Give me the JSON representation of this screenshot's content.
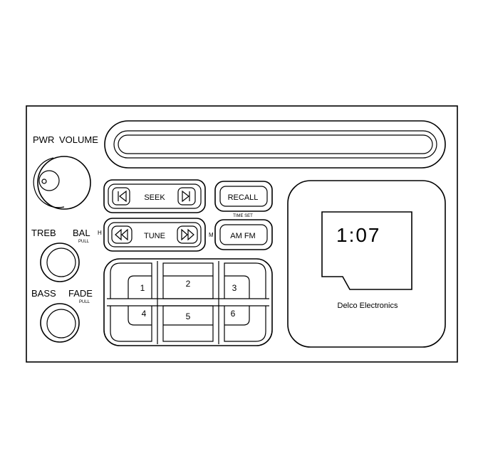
{
  "labels": {
    "pwr": "PWR",
    "volume": "VOLUME",
    "treb": "TREB",
    "bal": "BAL",
    "bal_pull": "PULL",
    "bass": "BASS",
    "fade": "FADE",
    "fade_pull": "PULL",
    "seek": "SEEK",
    "tune": "TUNE",
    "recall": "RECALL",
    "time_set": "TIME SET",
    "am_fm": "AM FM",
    "h": "H",
    "m": "M",
    "brand": "Delco Electronics"
  },
  "display": {
    "time": "1:07"
  },
  "presets": [
    "1",
    "2",
    "3",
    "4",
    "5",
    "6"
  ]
}
